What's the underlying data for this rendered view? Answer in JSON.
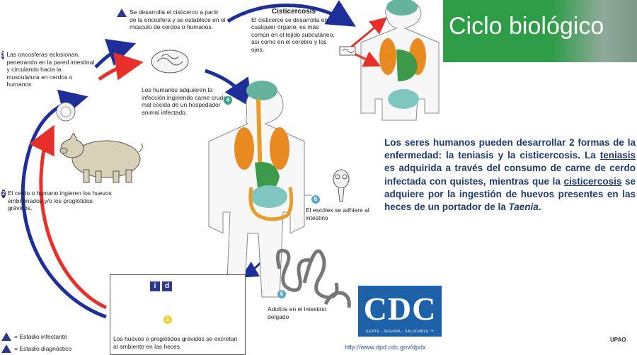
{
  "title": "Ciclo biológico",
  "steps": {
    "s1": "Los huevos o proglótidos grávidos se excretan al ambiente en las heces.",
    "s2": "El cerdo o humano ingieren los huevos embrionados y/o los proglótidos grávidos.",
    "s3": "Las oncosferas eclosionan, penetrando en la pared intestinal y circulando hacia la musculatura en cerdos o humanos",
    "s_cisticerco": "Se desarrolla el cisticerco a partir de la oncosfera y se establece en el músculo de cerdos o humanos.",
    "s4": "Los humanos adquieren la infección ingiriendo carne cruda o mal cocida de un hospedador animal infectado.",
    "s5": "El escólex se adhiere al intestino",
    "s6": "Adultos en el intestino delgado"
  },
  "cisticercosis": {
    "heading": "Cisticercosis",
    "text": "El cisticerco se desarrolla en cualquier órgano, es más común en el tejido subcutáneo, así como en el cerebro y los ojos."
  },
  "step_numbers": {
    "n1": "1",
    "n2": "2",
    "n3": "3",
    "n4": "4",
    "n5": "5",
    "n6": "6"
  },
  "legend": {
    "infective": "= Estadio infectante",
    "diagnostic": "= Estadio diagnóstico",
    "i": "i",
    "d": "d"
  },
  "paragraph": {
    "p1": "Los seres humanos pueden desarrollar 2 formas de la enfermedad: la teniasis y la cisticercosis. La ",
    "teniasis": "teniasis",
    "p2": " es adquirida a través del consumo de carne de cerdo infectada con quistes, mientras que la ",
    "cisticercosis": "cisticercosis",
    "p3": " se adquiere por la ingestión de huevos presentes en las heces de un portador de la ",
    "taenia": "Taenia",
    "p4": "."
  },
  "cdc": {
    "logo": "CDC",
    "tagline": "GENTE · SEGURA · SALUDABLE ™",
    "url": "http://www.dpd.cdc.gov/dpdx"
  },
  "upao": "UPAO",
  "colors": {
    "banner": "#2f9c47",
    "paragraph": "#1f3a6e",
    "navy": "#2b2b7a",
    "red": "#e8302a",
    "blue": "#1f2f9a"
  }
}
